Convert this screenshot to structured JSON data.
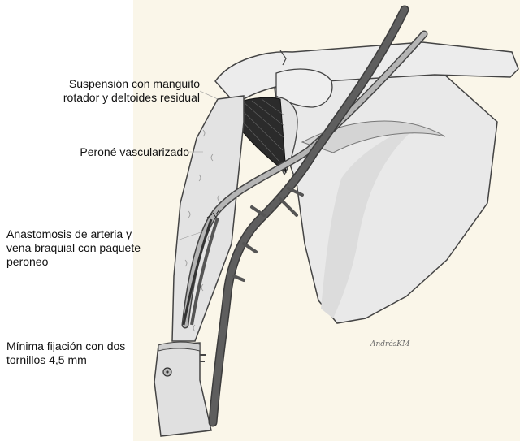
{
  "labels": {
    "suspension": "Suspensión con manguito\nrotador y deltoides residual",
    "perone": "Peroné vascularizado",
    "anastomosis": "Anastomosis de arteria y\nvena braquial con paquete\nperoneo",
    "fixation": "Mínima fijación con dos\ntornillos 4,5 mm"
  },
  "signature": "AndrésKM",
  "colors": {
    "background_panel": "#faf6e9",
    "bone_fill": "#e7e7e7",
    "bone_stroke": "#444444",
    "vessel_dark": "#555555",
    "vessel_light": "#b5b5b5",
    "muscle": "#2b2b2b",
    "text": "#111111"
  }
}
